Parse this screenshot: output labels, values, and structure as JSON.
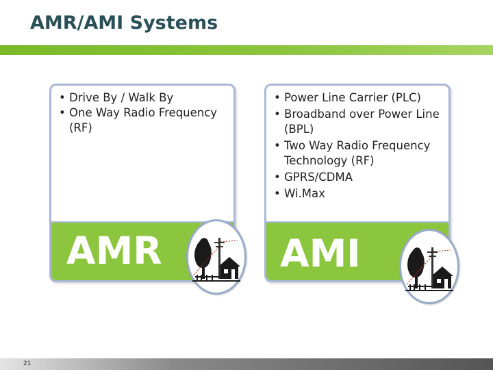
{
  "slide": {
    "title": "AMR/AMI Systems",
    "page_number": "21",
    "accent_color": "#8cc63f",
    "title_color": "#2a4f56",
    "card_border_color": "#a9b8d6"
  },
  "amr": {
    "label": "AMR",
    "bullets": [
      "Drive By / Walk By",
      "One Way Radio Frequency (RF)"
    ],
    "icon": "house-pole-tree-icon"
  },
  "ami": {
    "label": "AMI",
    "bullets": [
      "Power Line Carrier (PLC)",
      "Broadband over Power Line (BPL)",
      "Two Way Radio Frequency Technology (RF)",
      "GPRS/CDMA",
      "Wi.Max"
    ],
    "icon": "house-pole-tree-icon"
  }
}
